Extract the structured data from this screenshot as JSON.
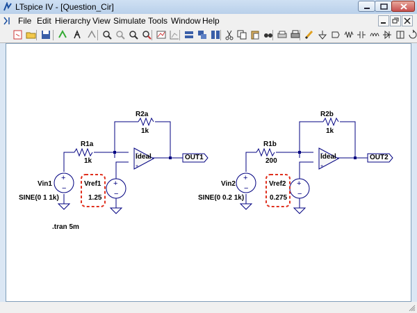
{
  "window": {
    "title": "LTspice IV - [Question_Cir]"
  },
  "menu": {
    "items": [
      {
        "id": "file",
        "label": "File"
      },
      {
        "id": "edit",
        "label": "Edit"
      },
      {
        "id": "hierarchy",
        "label": "Hierarchy"
      },
      {
        "id": "view",
        "label": "View"
      },
      {
        "id": "simulate",
        "label": "Simulate"
      },
      {
        "id": "tools",
        "label": "Tools"
      },
      {
        "id": "window",
        "label": "Window"
      },
      {
        "id": "help",
        "label": "Help"
      }
    ]
  },
  "toolbar": {
    "icons": [
      "new-schematic-icon",
      "open-folder-icon",
      "save-icon",
      "control-panel-icon",
      "run-icon",
      "halt-icon",
      "zoom-in-icon",
      "pan-icon",
      "zoom-out-icon",
      "zoom-fit-icon",
      "autoscale-icon",
      "grid-icon",
      "tile-horizontal-icon",
      "cascade-icon",
      "tile-vertical-icon",
      "cut-icon",
      "copy-icon",
      "paste-icon",
      "find-icon",
      "print-preview-icon",
      "print-icon",
      "pencil-wire-icon",
      "ground-icon",
      "label-net-icon",
      "resistor-icon",
      "capacitor-icon",
      "inductor-icon",
      "diode-icon",
      "component-icon",
      "rotate-icon"
    ]
  },
  "circuit1": {
    "source_name": "Vin1",
    "source_value": "SINE(0 1 1k)",
    "r1_name": "R1a",
    "r1_value": "1k",
    "r2_name": "R2a",
    "r2_value": "1k",
    "ref_name": "Vref1",
    "ref_value": "1.25",
    "opamp_label": "Ideal",
    "output_label": "OUT1"
  },
  "circuit2": {
    "source_name": "Vin2",
    "source_value": "SINE(0 0.2 1k)",
    "r1_name": "R1b",
    "r1_value": "200",
    "r2_name": "R2b",
    "r2_value": "1k",
    "ref_name": "Vref2",
    "ref_value": "0.275",
    "opamp_label": "Ideal",
    "output_label": "OUT2"
  },
  "directive": ".tran 5m",
  "colors": {
    "wire": "#000080",
    "highlight": "#e0301e",
    "canvas": "#ffffff"
  }
}
